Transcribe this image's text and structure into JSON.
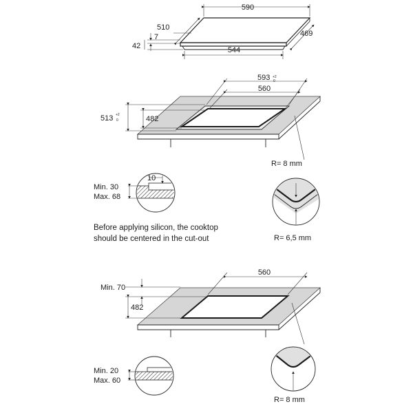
{
  "cooktop": {
    "width": "590",
    "depth_outer": "510",
    "depth_bottom": "469",
    "bottom_width": "544",
    "height_total": "42",
    "height_glass": "7"
  },
  "cutout_flush": {
    "outer_width": "593",
    "outer_width_tol_top": "+2",
    "outer_width_tol_bottom": "0",
    "inner_width": "560",
    "outer_depth": "513",
    "outer_depth_tol_top": "+2",
    "outer_depth_tol_bottom": "0",
    "inner_depth": "482",
    "radius_outer": "R= 8 mm",
    "radius_inner": "R= 6,5 mm",
    "step": "10",
    "thickness_min": "Min. 30",
    "thickness_max": "Max. 68",
    "note_line1": "Before applying silicon, the cooktop",
    "note_line2": "should be centered in the cut-out"
  },
  "cutout_standard": {
    "front_distance": "Min. 70",
    "width": "560",
    "depth": "482",
    "thickness_min": "Min. 20",
    "thickness_max": "Max. 60",
    "radius": "R= 8 mm"
  }
}
